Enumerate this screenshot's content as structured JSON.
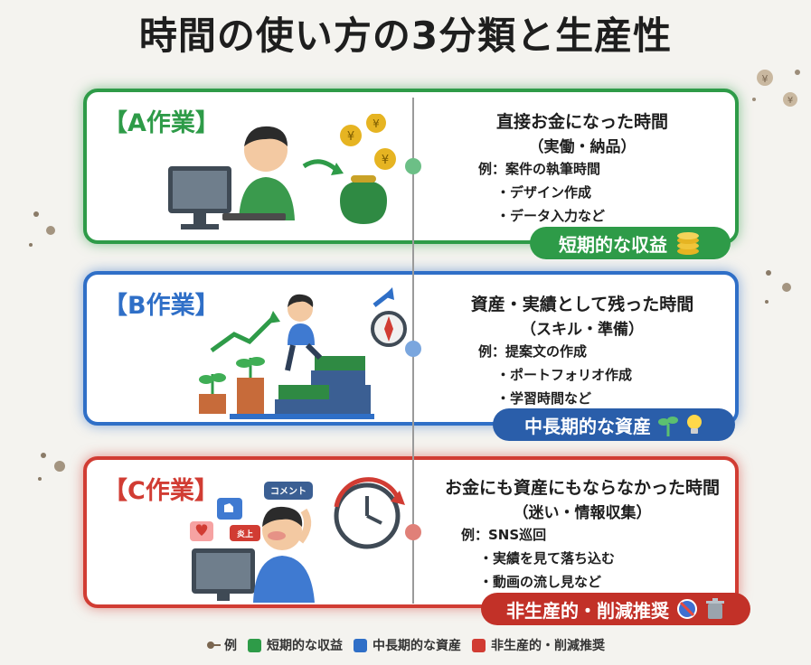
{
  "title": "時間の使い方の3分類と生産性",
  "cards": [
    {
      "label": "【A作業】",
      "heading": "直接お金になった時間",
      "sub": "（実働・納品）",
      "examples_lead": "例：案件の執筆時間",
      "examples": [
        "・デザイン作成",
        "・データ入力など"
      ],
      "badge": "短期的な収益",
      "color": "#2e9b48"
    },
    {
      "label": "【B作業】",
      "heading": "資産・実績として残った時間",
      "sub": "（スキル・準備）",
      "examples_lead": "例：提案文の作成",
      "examples": [
        "・ポートフォリオ作成",
        "・学習時間など"
      ],
      "badge": "中長期的な資産",
      "color": "#2f6fc7"
    },
    {
      "label": "【C作業】",
      "heading": "お金にも資産にもならなかった時間",
      "sub": "（迷い・情報収集）",
      "examples_lead": "例：SNS巡回",
      "examples": [
        "・実績を見て落ち込む",
        "・動画の流し見など"
      ],
      "badge": "非生産的・削減推奨",
      "color": "#d13c33",
      "bubbles": {
        "comment": "コメント",
        "flame": "炎上"
      }
    }
  ],
  "legend": {
    "title": "例",
    "items": [
      {
        "label": "短期的な収益",
        "color": "#2e9b48"
      },
      {
        "label": "中長期的な資産",
        "color": "#2f6fc7"
      },
      {
        "label": "非生産的・削減推奨",
        "color": "#d13c33"
      }
    ]
  }
}
